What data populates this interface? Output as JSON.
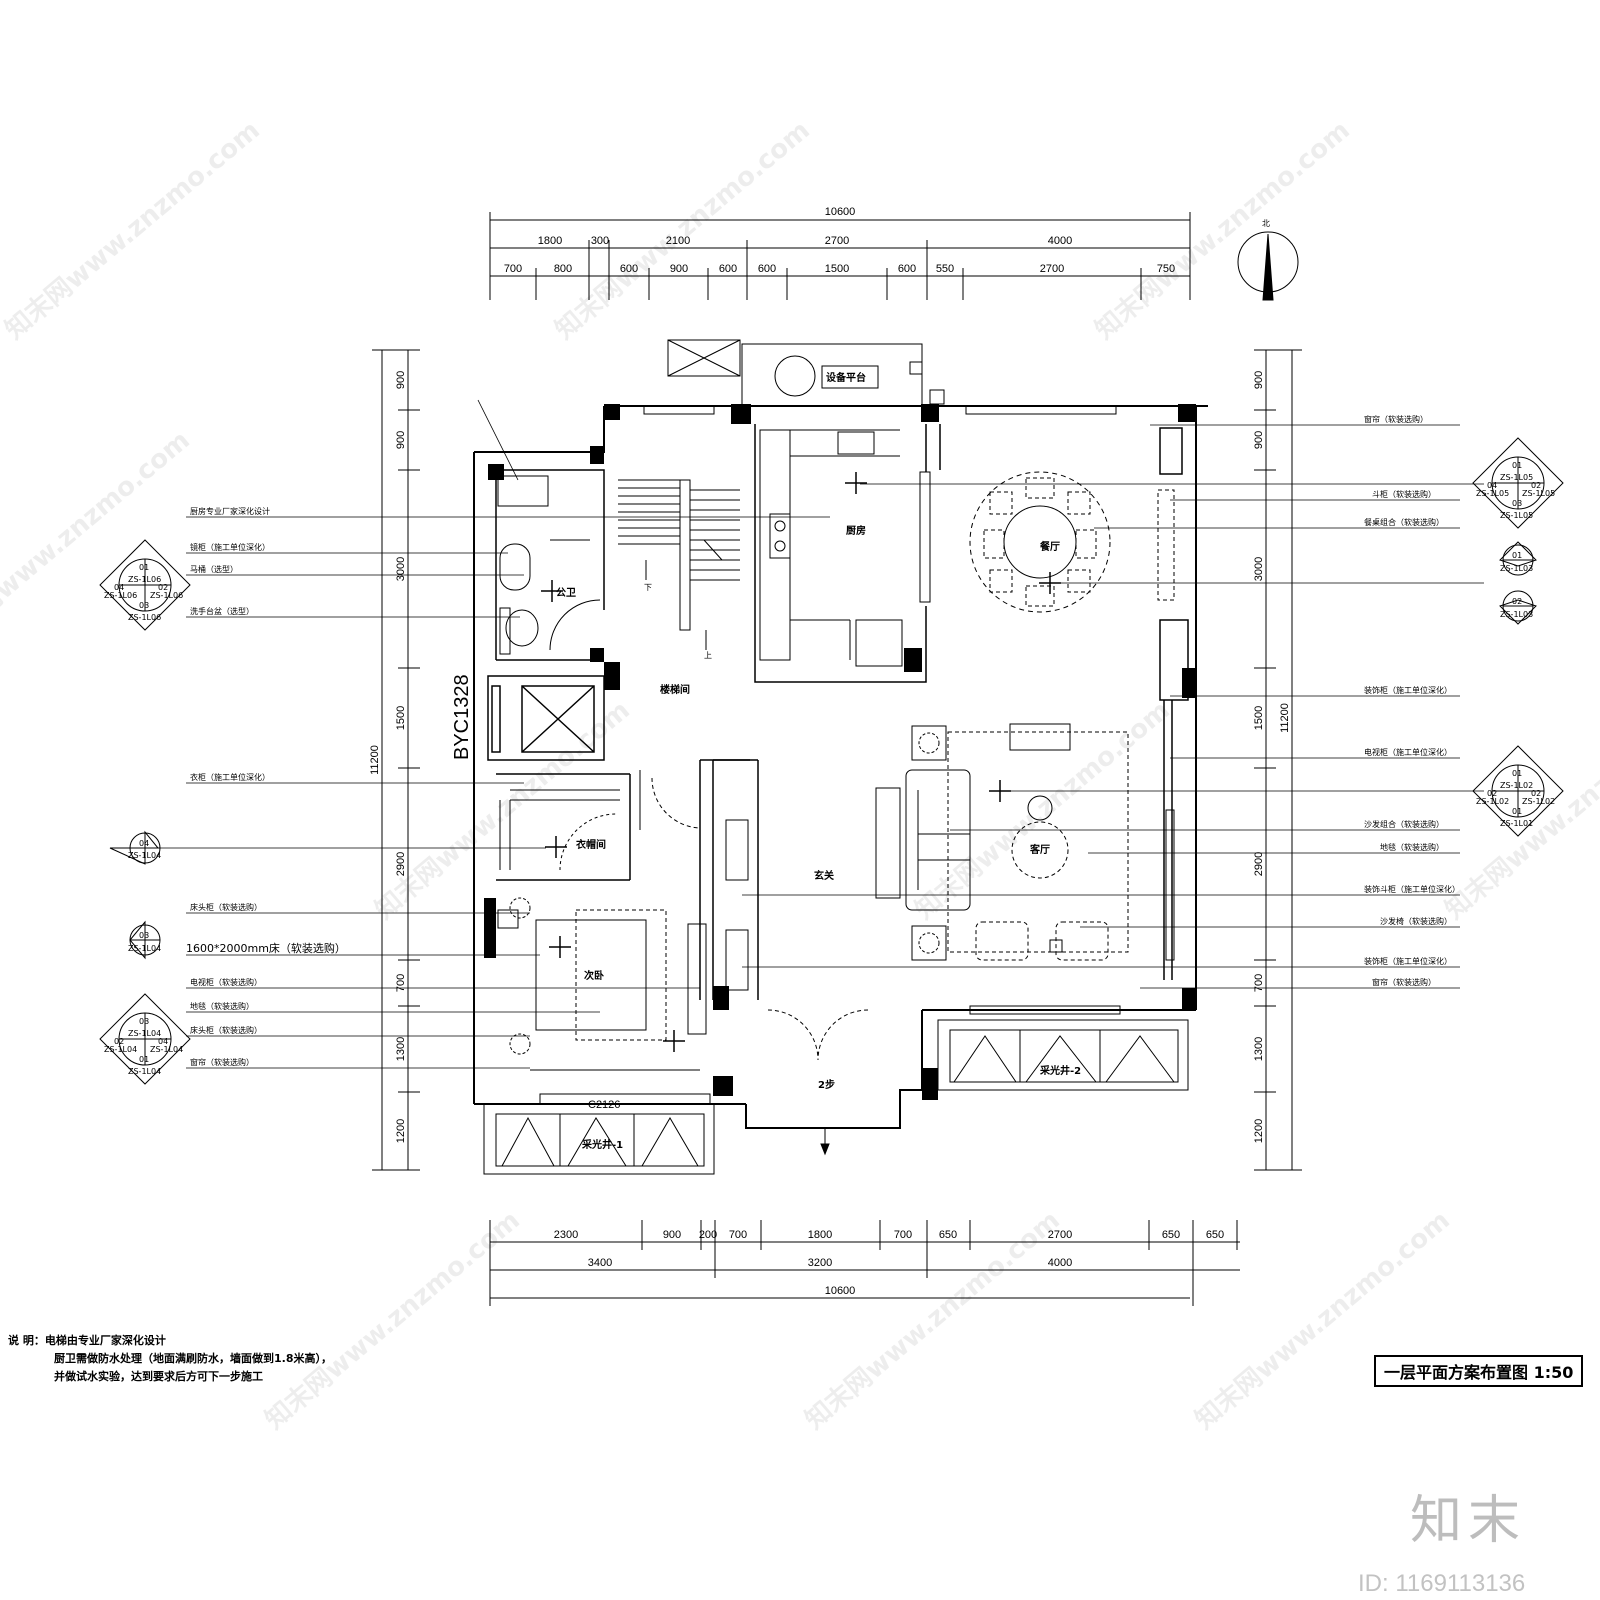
{
  "north_label": "北",
  "top_dims": {
    "total": "10600",
    "row2": [
      "1800",
      "300",
      "2100",
      "2700",
      "4000"
    ],
    "row3": [
      "700",
      "800",
      "600",
      "900",
      "600",
      "600",
      "1500",
      "600",
      "550",
      "2700",
      "750"
    ]
  },
  "bottom_dims": {
    "row1": [
      "2300",
      "900",
      "200",
      "700",
      "1800",
      "700",
      "650",
      "2700",
      "650",
      "650"
    ],
    "row2": [
      "3400",
      "3200",
      "4000"
    ],
    "total": "10600"
  },
  "left_dims": {
    "total": "11200",
    "segments": [
      "900",
      "900",
      "3000",
      "1500",
      "2900",
      "700",
      "1300",
      "1200"
    ]
  },
  "right_dims": {
    "total": "11200",
    "segments": [
      "900",
      "900",
      "3000",
      "1500",
      "2900",
      "700",
      "1300",
      "1200"
    ]
  },
  "rooms": {
    "equipment": "设备平台",
    "kitchen": "厨房",
    "dining": "餐厅",
    "wc": "公卫",
    "stair": "楼梯间",
    "down": "下",
    "up": "上",
    "closet": "衣帽间",
    "foyer": "玄关",
    "living": "客厅",
    "bedroom": "次卧",
    "light_well_1": "采光井-1",
    "light_well_2": "采光井-2",
    "window_code": "C2126",
    "steps": "2步",
    "elevator_code": "BYC1328"
  },
  "left_labels": [
    "厨房专业厂家深化设计",
    "镜柜（施工单位深化）",
    "马桶（选型）",
    "洗手台盆（选型）",
    "衣柜（施工单位深化）",
    "床头柜（软装选购）",
    "1600*2000mm床（软装选购）",
    "电视柜（软装选购）",
    "地毯（软装选购）",
    "床头柜（软装选购）",
    "窗帘（软装选购）"
  ],
  "right_labels": [
    "窗帘（软装选购）",
    "斗柜（软装选购）",
    "餐桌组合（软装选购）",
    "装饰柜（施工单位深化）",
    "电视柜（施工单位深化）",
    "沙发组合（软装选购）",
    "地毯（软装选购）",
    "装饰斗柜（施工单位深化）",
    "沙发椅（软装选购）",
    "装饰柜（施工单位深化）",
    "窗帘（软装选购）"
  ],
  "elevation_marks": {
    "m01": "01",
    "m02": "02",
    "m03": "03",
    "m04": "04",
    "code_l01": "ZS-1L01",
    "code_l02": "ZS-1L02",
    "code_l03": "ZS-1L03",
    "code_l04": "ZS-1L04",
    "code_l05": "ZS-1L05",
    "code_l06": "ZS-1L06"
  },
  "notes": {
    "label": "说  明：",
    "line1": "电梯由专业厂家深化设计",
    "line2": "厨卫需做防水处理（地面满刷防水，墙面做到1.8米高），",
    "line3": "并做试水实验，达到要求后方可下一步施工"
  },
  "drawing_title": "一层平面方案布置图 1:50",
  "watermark": "知末网www.znzmo.com",
  "brand": "知末",
  "image_id": "ID: 1169113136"
}
